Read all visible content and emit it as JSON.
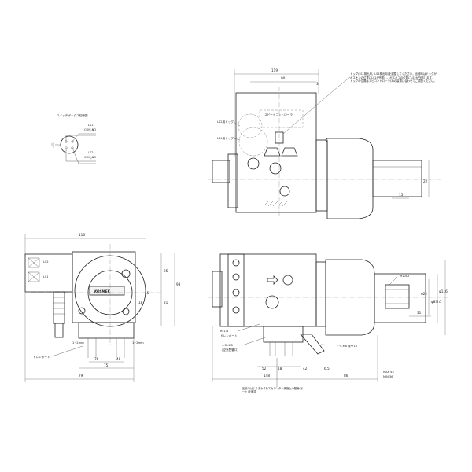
{
  "switch_box_diagram": {
    "title": "スイッチボックス結線図",
    "ls1": "LS1",
    "ls2": "LS2",
    "com_no_1": "COM NO",
    "com_no_2": "COM NO"
  },
  "top_view": {
    "dim_top": "119",
    "dim_second": "90",
    "dim_right_small": "3",
    "dim_side": "22",
    "dim_bottom": "15",
    "label_speed": "スピードコントローラ",
    "label_ls2": "LS2用ドッグ",
    "label_ls1": "LS1用ドッグ",
    "note": "ドッグ(LS1検出用、LS2検出用)を調整してください。出荷時はドッグがボスオンの位置にLS1が作動し、ボスオフの位置にLS2が作動します。ドッグの位置はスピコントローラ(3)の装置に合わせてご調整ください。"
  },
  "front_view": {
    "dim_top": "116",
    "dim_h1": "25",
    "dim_h2": "93",
    "dim_h3": "15",
    "dim_h4": "18",
    "dim_h5": "21",
    "label_ls2": "LS2",
    "label_ls1": "LS1",
    "label_drain": "ドレンポート",
    "dim_p1": "1~2mm",
    "dim_p2": "1~2mm",
    "dim_b1": "26",
    "dim_b2": "48",
    "dim_b3": "75",
    "dim_b4": "79",
    "brand": "KOSMEK"
  },
  "side_view": {
    "label_drain_rc": "Rc1/8",
    "label_drain": "ドレンポート",
    "label_port": "4-Rc1/8",
    "label_port_sub": "(空気配管口)",
    "label_bolt": "4-M8 深サ16",
    "label_key": "M10X2",
    "dim_d1": "φ22",
    "dim_d2": "φ83h7",
    "dim_d3": "φ116",
    "dim_w1": "31",
    "dim_b1": "148",
    "dim_b2": "86",
    "dim_b3": "52",
    "dim_b4": "18",
    "dim_b5": "42",
    "dim_b6": "6.5",
    "dim_max": "MAX 45",
    "dim_min": "MIN 36",
    "note_bottom": "圧延中はふりまわされてカウンター実施上の配管(ポート)を確認"
  }
}
